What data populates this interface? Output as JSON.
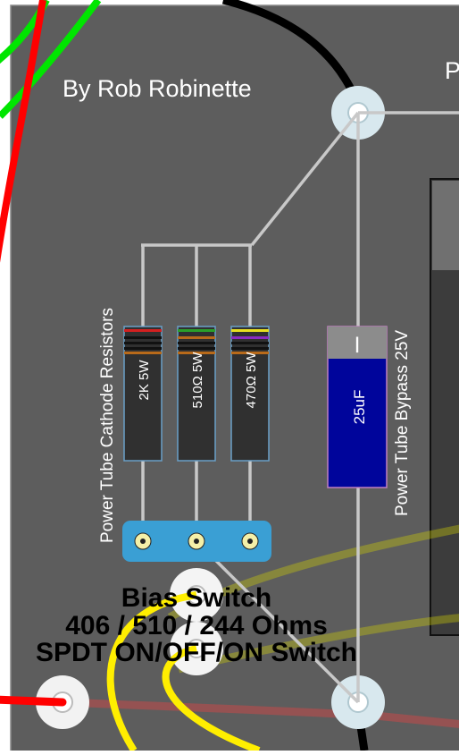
{
  "author_text": "By Rob Robinette",
  "edge_glyph": "P",
  "cathode_label": "Power Tube Cathode Resistors",
  "bypass_label": "Power Tube Bypass 25V",
  "resistors": [
    {
      "value": "2K  5W",
      "bands": [
        "#d42020",
        "#111111",
        "#111111",
        "#111111",
        "#b86a1a"
      ]
    },
    {
      "value": "510Ω 5W",
      "bands": [
        "#2aa02a",
        "#b86a1a",
        "#111111",
        "#111111",
        "#b86a1a"
      ]
    },
    {
      "value": "470Ω 5W",
      "bands": [
        "#e8e020",
        "#8a2bc2",
        "#111111",
        "#111111",
        "#b86a1a"
      ]
    }
  ],
  "capacitor": {
    "value": "25uF",
    "polarity_mark": "|"
  },
  "switch": {
    "line1": "Bias Switch",
    "line2": "406 / 510 / 244 Ohms",
    "line3": "SPDT ON/OFF/ON Switch"
  },
  "colors": {
    "chassis": "#5d5d5d",
    "wire_red": "#ff0000",
    "wire_green": "#00e600",
    "wire_black": "#000000",
    "wire_yellow": "#ffee00",
    "lead": "#c8c8c8",
    "terminal_strip": "#3a9fd4",
    "capacitor_body": "#00059b",
    "resistor_body": "#303030"
  }
}
